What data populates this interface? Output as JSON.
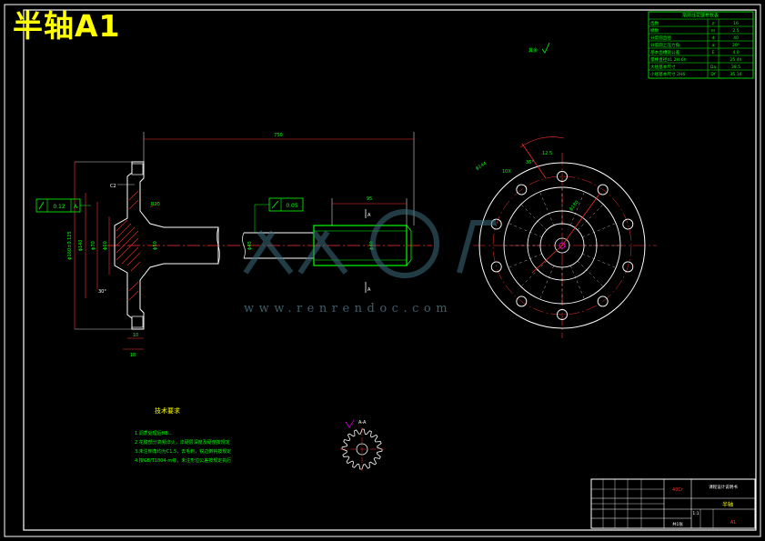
{
  "sheet_title": "半轴A1",
  "watermark": "www.renrendoc.com",
  "dimensions": {
    "overall_length": "750",
    "spline_length": "95",
    "phi_left": "ϕ",
    "sec_a": "A",
    "sec_a2": "A-A",
    "tol_value": "0.12",
    "tol_value2": "0.05",
    "chamfer": "C2",
    "angle": "30°",
    "d1": "10",
    "d2": "18",
    "d3": "R",
    "pcd": "ϕ144",
    "hole": "12.5",
    "holes": "10X"
  },
  "spec_table": {
    "title": "渐开线花键参数表",
    "rows": [
      {
        "name": "齿数",
        "sym": "z",
        "val": "16"
      },
      {
        "name": "模数",
        "sym": "m",
        "val": "2.5"
      },
      {
        "name": "分度圆直径",
        "sym": "d",
        "val": "40"
      },
      {
        "name": "分度圆上压力角",
        "sym": "α",
        "val": "30°"
      },
      {
        "name": "基本齿槽宽公差",
        "sym": "E",
        "val": "4.0"
      },
      {
        "name": "量棒直径d1  2H-6h",
        "sym": "",
        "val": "25.4h"
      },
      {
        "name": "大径基本尺寸",
        "sym": "Da",
        "val": "39.5"
      },
      {
        "name": "小径基本尺寸  2H6",
        "sym": "Df",
        "val": "35.16"
      }
    ]
  },
  "tech_req": {
    "title": "技术要求",
    "lines": [
      "1.调质处理后HB...",
      "2.花键部分高频淬火，淬硬层深度及硬度按规定",
      "3.未注倒角均为C1.5，去毛刺，锐边倒钝按规定",
      "4.按GB/T1804-m级，未注形位公差按规定执行"
    ]
  },
  "roughness_note": "其余",
  "title_block": {
    "part_name": "半轴",
    "school": "课程设计说明书",
    "scale": "1:1",
    "sheet": "共1张",
    "material": "40Cr",
    "drawing_no": "A1"
  },
  "colors": {
    "outline": "#ffffff",
    "center": "#ff3030",
    "dim": "#00ff00",
    "accent": "#00ffff",
    "highlight": "#ffff00",
    "magenta": "#ff00ff"
  }
}
